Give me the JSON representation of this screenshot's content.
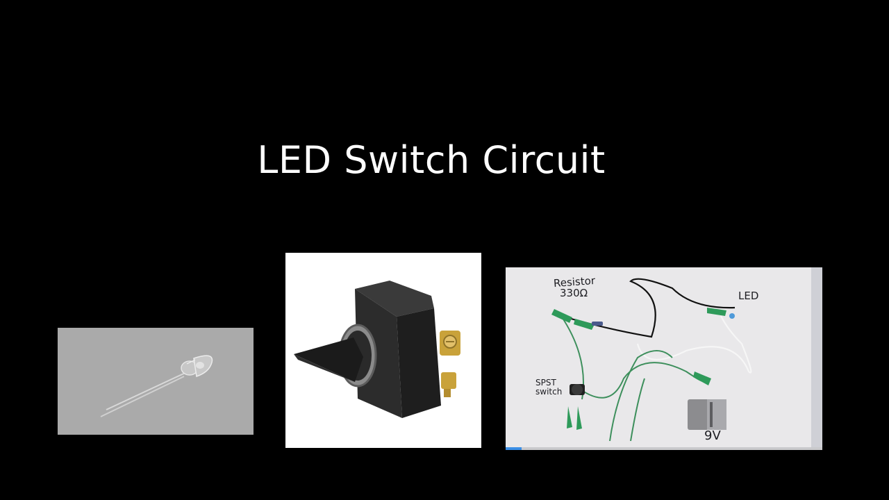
{
  "slide": {
    "title": "LED Switch Circuit"
  },
  "board": {
    "labels": {
      "resistor": "Resistor",
      "resistance": "330Ω",
      "led": "LED",
      "spst": "SPST\nswitch",
      "battery": "9V"
    },
    "video_progress": 0.05
  },
  "colors": {
    "background": "#000000",
    "title": "#ffffff",
    "led_backdrop": "#aaaaaa",
    "switch_body": "#2a2a2a",
    "switch_terminal": "#c9a23a",
    "clip_green": "#2e9a5a",
    "progress": "#3a8ee6"
  },
  "icons": {
    "led_photo": "led-component-image",
    "switch_photo": "toggle-switch-image",
    "board_photo": "breadboard-circuit-photo"
  }
}
